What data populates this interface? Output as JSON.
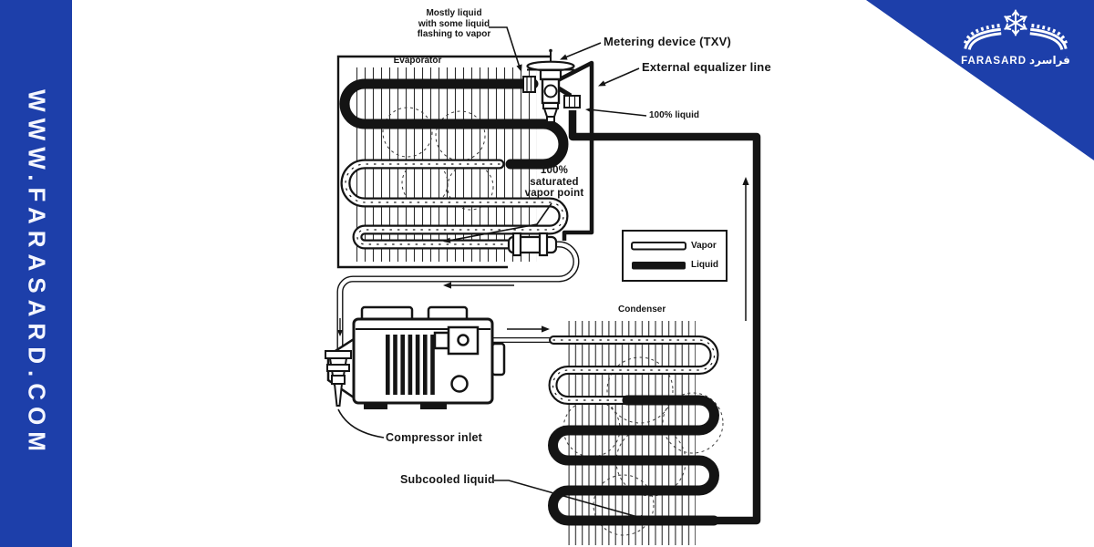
{
  "brand": {
    "website": "WWW.FARASARD.COM",
    "name": "FARASARD",
    "name_ar": "فراسرد"
  },
  "colors": {
    "brand_blue": "#1d3faa",
    "ink": "#141414",
    "paper": "#ffffff"
  },
  "diagram": {
    "title_context": "Refrigeration cycle with thermostatic expansion valve",
    "labels": {
      "evaporator": "Evaporator",
      "mostly_liquid": "Mostly liquid\nwith some liquid\nflashing to vapor",
      "metering_device": "Metering device (TXV)",
      "external_equalizer": "External equalizer line",
      "pct_liquid": "100% liquid",
      "saturated_vapor": "100%\nsaturated\nvapor point",
      "condenser": "Condenser",
      "compressor_inlet": "Compressor inlet",
      "subcooled_liquid": "Subcooled liquid"
    },
    "legend": {
      "vapor": "Vapor",
      "liquid": "Liquid"
    }
  }
}
